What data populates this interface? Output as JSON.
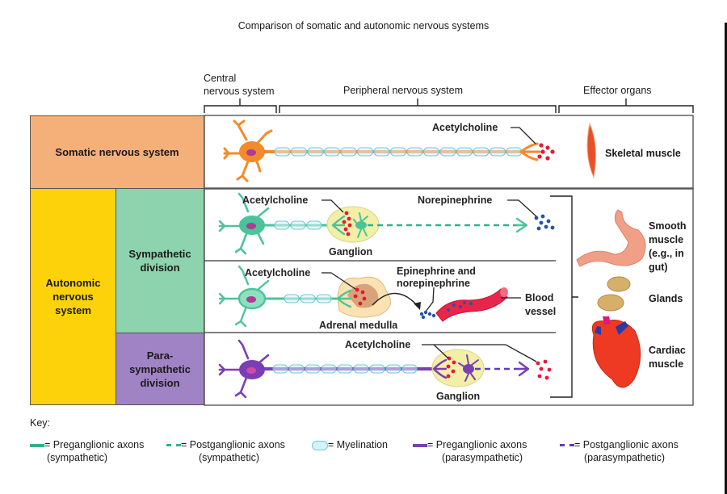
{
  "title": "Comparison of somatic and autonomic nervous systems",
  "column_headers": {
    "cns": "Central nervous system",
    "cns_line1": "Central",
    "cns_line2": "nervous  system",
    "pns": "Peripheral  nervous  system",
    "effectors": "Effector organs"
  },
  "rows": {
    "somatic": "Somatic  nervous  system",
    "autonomic": [
      "Autonomic",
      "nervous",
      "system"
    ],
    "sympathetic": [
      "Sympathetic",
      "division"
    ],
    "parasympathetic": [
      "Para-",
      "sympathetic",
      "division"
    ]
  },
  "pathway_labels": {
    "somatic_nt": "Acetylcholine",
    "symp1_nt_pre": "Acetylcholine",
    "symp1_ganglion": "Ganglion",
    "symp1_nt_post": "Norepinephrine",
    "symp2_nt_pre": "Acetylcholine",
    "symp2_adrenal": "Adrenal  medulla",
    "symp2_hormones_1": "Epinephrine  and",
    "symp2_hormones_2": "norepinephrine",
    "symp2_vessel_1": "Blood",
    "symp2_vessel_2": "vessel",
    "para_nt": "Acetylcholine",
    "para_ganglion": "Ganglion"
  },
  "effector_organs": {
    "skeletal": "Skeletal  muscle",
    "smooth": [
      "Smooth",
      "muscle",
      "(e.g., in",
      "gut)"
    ],
    "glands": "Glands",
    "cardiac": [
      "Cardiac",
      "muscle"
    ]
  },
  "key": {
    "title": "Key:",
    "items": [
      {
        "symbol": "solid-line",
        "color": "#2db38a",
        "label": "= Preganglionic axons",
        "sub": "(sympathetic)"
      },
      {
        "symbol": "dashed-line",
        "color": "#2db38a",
        "label": "= Postganglionic axons",
        "sub": "(sympathetic)"
      },
      {
        "symbol": "myelin",
        "color": "#7fd3e0",
        "label": "= Myelination",
        "sub": ""
      },
      {
        "symbol": "solid-line",
        "color": "#7a3fb5",
        "label": "= Preganglionic axons",
        "sub": "(parasympathetic)"
      },
      {
        "symbol": "dashed-line",
        "color": "#5a3fb5",
        "label": "= Postganglionic axons",
        "sub": "(parasympathetic)"
      }
    ]
  },
  "colors": {
    "somatic": "#f5b07a",
    "autonomic": "#fdd20a",
    "sympathetic": "#8dd3ad",
    "parasympathetic": "#a083c4",
    "somatic_neuron": "#f28b2c",
    "sympathetic_neuron": "#4cc49a",
    "parasympathetic_neuron": "#7a3fb5",
    "acetylcholine": "#e8173a",
    "norepinephrine": "#2255a5",
    "myelin": "#bfeaf2",
    "ganglion": "#f3efa6"
  }
}
